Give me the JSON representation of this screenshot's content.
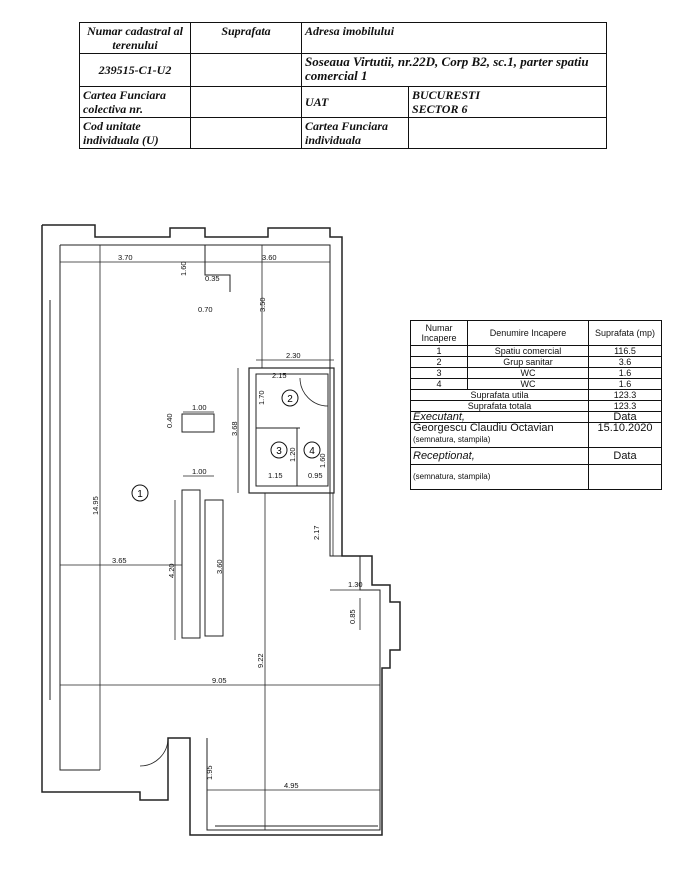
{
  "header_table": {
    "col1_label": "Numar cadastral al terenului",
    "col2_label": "Suprafata",
    "col3_label": "Adresa imobilului",
    "cadastral_number": "239515-C1-U2",
    "address": "Soseaua Virtutii, nr.22D, Corp B2, sc.1, parter spatiu comercial 1",
    "carte_funciara_colectiva": "Cartea Funciara colectiva nr.",
    "uat_label": "UAT",
    "uat_value_line1": "BUCURESTI",
    "uat_value_line2": "SECTOR 6",
    "cod_unitate": "Cod unitate individuala (U)",
    "carte_funciara_individuala": "Cartea Funciara individuala"
  },
  "rooms_table": {
    "h_numar": "Numar Incapere",
    "h_denumire": "Denumire Incapere",
    "h_suprafata": "Suprafata (mp)",
    "rows": [
      {
        "nr": "1",
        "name": "Spatiu comercial",
        "area": "116.5"
      },
      {
        "nr": "2",
        "name": "Grup sanitar",
        "area": "3.6"
      },
      {
        "nr": "3",
        "name": "WC",
        "area": "1.6"
      },
      {
        "nr": "4",
        "name": "WC",
        "area": "1.6"
      }
    ],
    "util_label": "Suprafata utila",
    "util_value": "123.3",
    "total_label": "Suprafata totala",
    "total_value": "123.3",
    "executant_label": "Executant,",
    "data_label": "Data",
    "executant_name": "Georgescu Claudiu Octavian",
    "executant_date": "15.10.2020",
    "semnatura1": "(semnatura, stampila)",
    "receptionat_label": "Receptionat,",
    "data_label2": "Data",
    "semnatura2": "(semnatura, stampila)"
  },
  "plan": {
    "dims": {
      "d370": "3.70",
      "d160": "1.60",
      "d035": "0.35",
      "d360a": "3.60",
      "d070": "0.70",
      "d350": "3.50",
      "d230": "2.30",
      "d215": "2.15",
      "d170": "1.70",
      "d100a": "1.00",
      "d040": "0.40",
      "d368": "3.68",
      "d100b": "1.00",
      "d120": "1.20",
      "d160b": "1.60",
      "d115": "1.15",
      "d095": "0.95",
      "d1495": "14.95",
      "d217": "2.17",
      "d365": "3.65",
      "d420": "4.20",
      "d360b": "3.60",
      "d130": "1.30",
      "d085": "0.85",
      "d922": "9.22",
      "d905": "9.05",
      "d195": "1.95",
      "d495": "4.95"
    },
    "room_labels": {
      "r1": "1",
      "r2": "2",
      "r3": "3",
      "r4": "4"
    }
  }
}
